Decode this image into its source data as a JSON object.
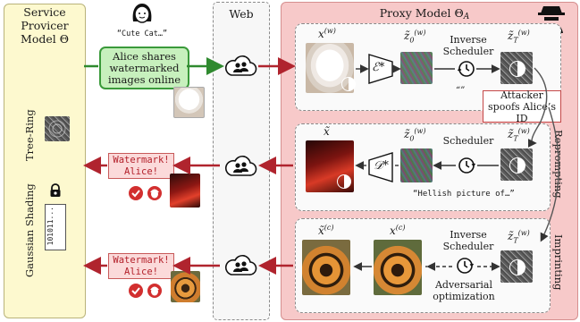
{
  "panels": {
    "service_title": "Service Provicer Model Θ",
    "web_title": "Web",
    "proxy_title": "Proxy Model Θ"
  },
  "service": {
    "tree_ring": "Tree-Ring",
    "gaussian_shading": "Gaussian Shading",
    "bits": "101011..."
  },
  "alice": {
    "prompt": "“Cute Cat…”",
    "shares": "Alice shares watermarked images online"
  },
  "attacker": {
    "label": "Attacker spoofs Alice’s ID"
  },
  "row1": {
    "x_label": "x",
    "x_sup": "(w)",
    "encoder": "ℰ*",
    "z0_label": "z̃",
    "z0_sub": "0",
    "z0_sup": "(w)",
    "step": "Inverse Scheduler",
    "zT_label": "z̃",
    "zT_sub": "T",
    "zT_sup": "(w)",
    "empty_prompt": "“”"
  },
  "row2": {
    "x_label": "x̃",
    "decoder": "𝒟*",
    "z0_label": "z̃",
    "z0_sub": "0",
    "z0_sup": "(w)",
    "step": "Scheduler",
    "zT_label": "z̃",
    "zT_sub": "T",
    "zT_sup": "(w)",
    "prompt": "“Hellish picture of…”",
    "side": "Reprompting",
    "watermark": "Watermark! Alice!"
  },
  "row3": {
    "xc_tilde": "x̃",
    "xc_sup": "(c)",
    "x_label": "x",
    "x_sup": "(c)",
    "step": "Inverse Scheduler",
    "zT_label": "z̃",
    "zT_sub": "T",
    "zT_sup": "(w)",
    "adv": "Adversarial optimization",
    "side": "Imprinting",
    "watermark": "Watermark! Alice!"
  },
  "colors": {
    "arrow_red": "#b0242e",
    "arrow_green": "#2f8a2f",
    "proxy_bg": "#f7c9c9",
    "service_bg": "#fdf9cf",
    "green_box": "#c7f0bd"
  }
}
